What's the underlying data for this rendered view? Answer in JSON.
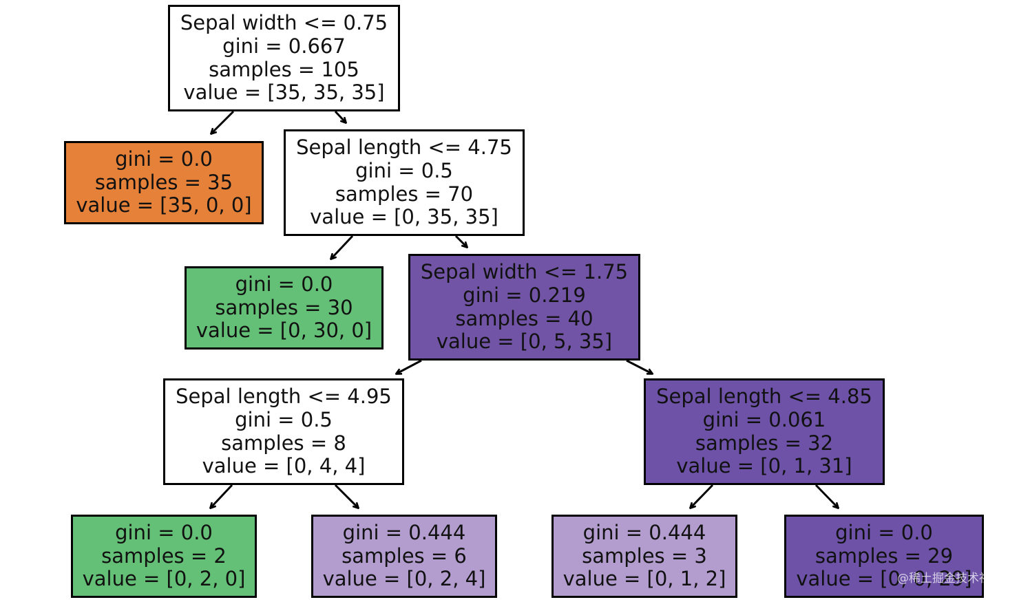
{
  "tree": {
    "colors": {
      "white": "#ffffff",
      "orange": "#e58139",
      "green": "#64c076",
      "purple_dark": "#7154a5",
      "purple_mid": "#6d52a8",
      "purple_light": "#b39dcf",
      "outline": "#000000"
    },
    "nodes": [
      {
        "id": "n0",
        "fill": "white",
        "lines": [
          "Sepal width <= 0.75",
          "gini = 0.667",
          "samples = 105",
          "value = [35, 35, 35]"
        ]
      },
      {
        "id": "n1",
        "fill": "orange",
        "lines": [
          "gini = 0.0",
          "samples = 35",
          "value = [35, 0, 0]"
        ]
      },
      {
        "id": "n2",
        "fill": "white",
        "lines": [
          "Sepal length <= 4.75",
          "gini = 0.5",
          "samples = 70",
          "value = [0, 35, 35]"
        ]
      },
      {
        "id": "n3",
        "fill": "green",
        "lines": [
          "gini = 0.0",
          "samples = 30",
          "value = [0, 30, 0]"
        ]
      },
      {
        "id": "n4",
        "fill": "purple_dark",
        "lines": [
          "Sepal width <= 1.75",
          "gini = 0.219",
          "samples = 40",
          "value = [0, 5, 35]"
        ]
      },
      {
        "id": "n5",
        "fill": "white",
        "lines": [
          "Sepal length <= 4.95",
          "gini = 0.5",
          "samples = 8",
          "value = [0, 4, 4]"
        ]
      },
      {
        "id": "n6",
        "fill": "purple_mid",
        "lines": [
          "Sepal length <= 4.85",
          "gini = 0.061",
          "samples = 32",
          "value = [0, 1, 31]"
        ]
      },
      {
        "id": "n7",
        "fill": "green",
        "lines": [
          "gini = 0.0",
          "samples = 2",
          "value = [0, 2, 0]"
        ]
      },
      {
        "id": "n8",
        "fill": "purple_light",
        "lines": [
          "gini = 0.444",
          "samples = 6",
          "value = [0, 2, 4]"
        ]
      },
      {
        "id": "n9",
        "fill": "purple_light",
        "lines": [
          "gini = 0.444",
          "samples = 3",
          "value = [0, 1, 2]"
        ]
      },
      {
        "id": "n10",
        "fill": "purple_mid",
        "lines": [
          "gini = 0.0",
          "samples = 29",
          "value = [0, 0, 29]"
        ]
      }
    ],
    "edges": [
      {
        "from": "n0",
        "to": "n1"
      },
      {
        "from": "n0",
        "to": "n2"
      },
      {
        "from": "n2",
        "to": "n3"
      },
      {
        "from": "n2",
        "to": "n4"
      },
      {
        "from": "n4",
        "to": "n5"
      },
      {
        "from": "n4",
        "to": "n6"
      },
      {
        "from": "n5",
        "to": "n7"
      },
      {
        "from": "n5",
        "to": "n8"
      },
      {
        "from": "n6",
        "to": "n9"
      },
      {
        "from": "n6",
        "to": "n10"
      }
    ]
  },
  "watermark": "@稀土掘金技术社区"
}
